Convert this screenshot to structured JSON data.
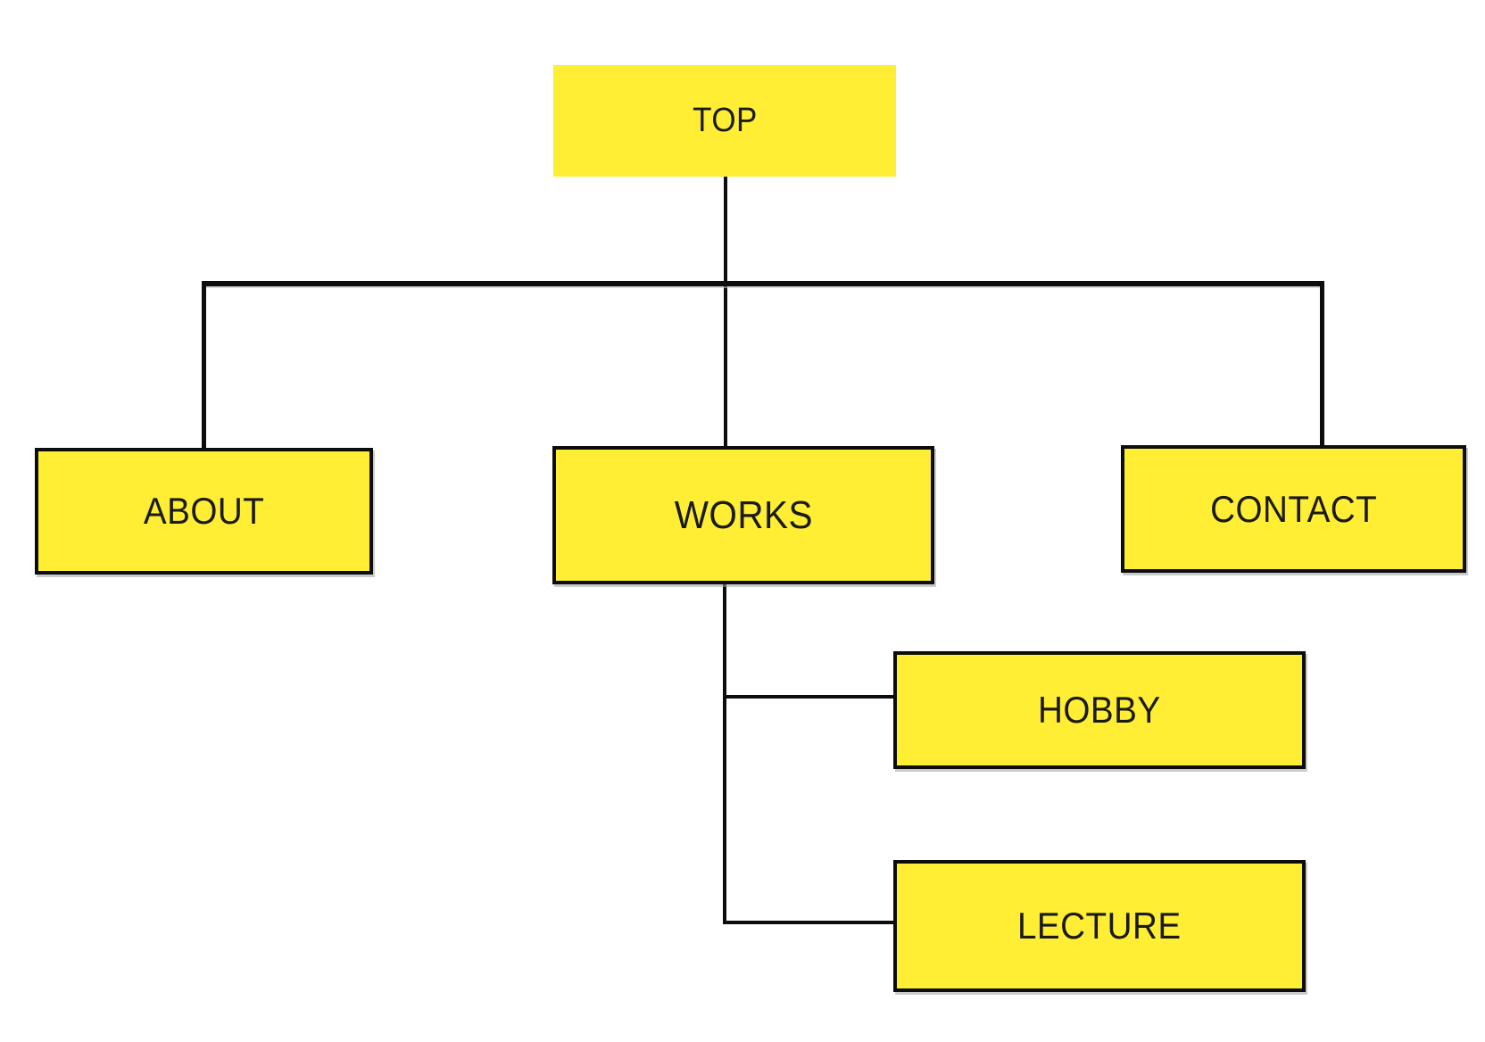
{
  "diagram": {
    "kind": "sitemap-tree",
    "colors": {
      "node_fill": "#ffee33",
      "node_border": "#0d0d0d",
      "connector": "#0d0d0d",
      "background": "#ffffff",
      "text": "#1a1a1a"
    },
    "nodes": {
      "top": {
        "label": "TOP"
      },
      "about": {
        "label": "ABOUT"
      },
      "works": {
        "label": "WORKS"
      },
      "contact": {
        "label": "CONTACT"
      },
      "hobby": {
        "label": "HOBBY"
      },
      "lecture": {
        "label": "LECTURE"
      }
    },
    "edges": [
      {
        "from": "TOP",
        "to": "ABOUT"
      },
      {
        "from": "TOP",
        "to": "WORKS"
      },
      {
        "from": "TOP",
        "to": "CONTACT"
      },
      {
        "from": "WORKS",
        "to": "HOBBY"
      },
      {
        "from": "WORKS",
        "to": "LECTURE"
      }
    ]
  }
}
